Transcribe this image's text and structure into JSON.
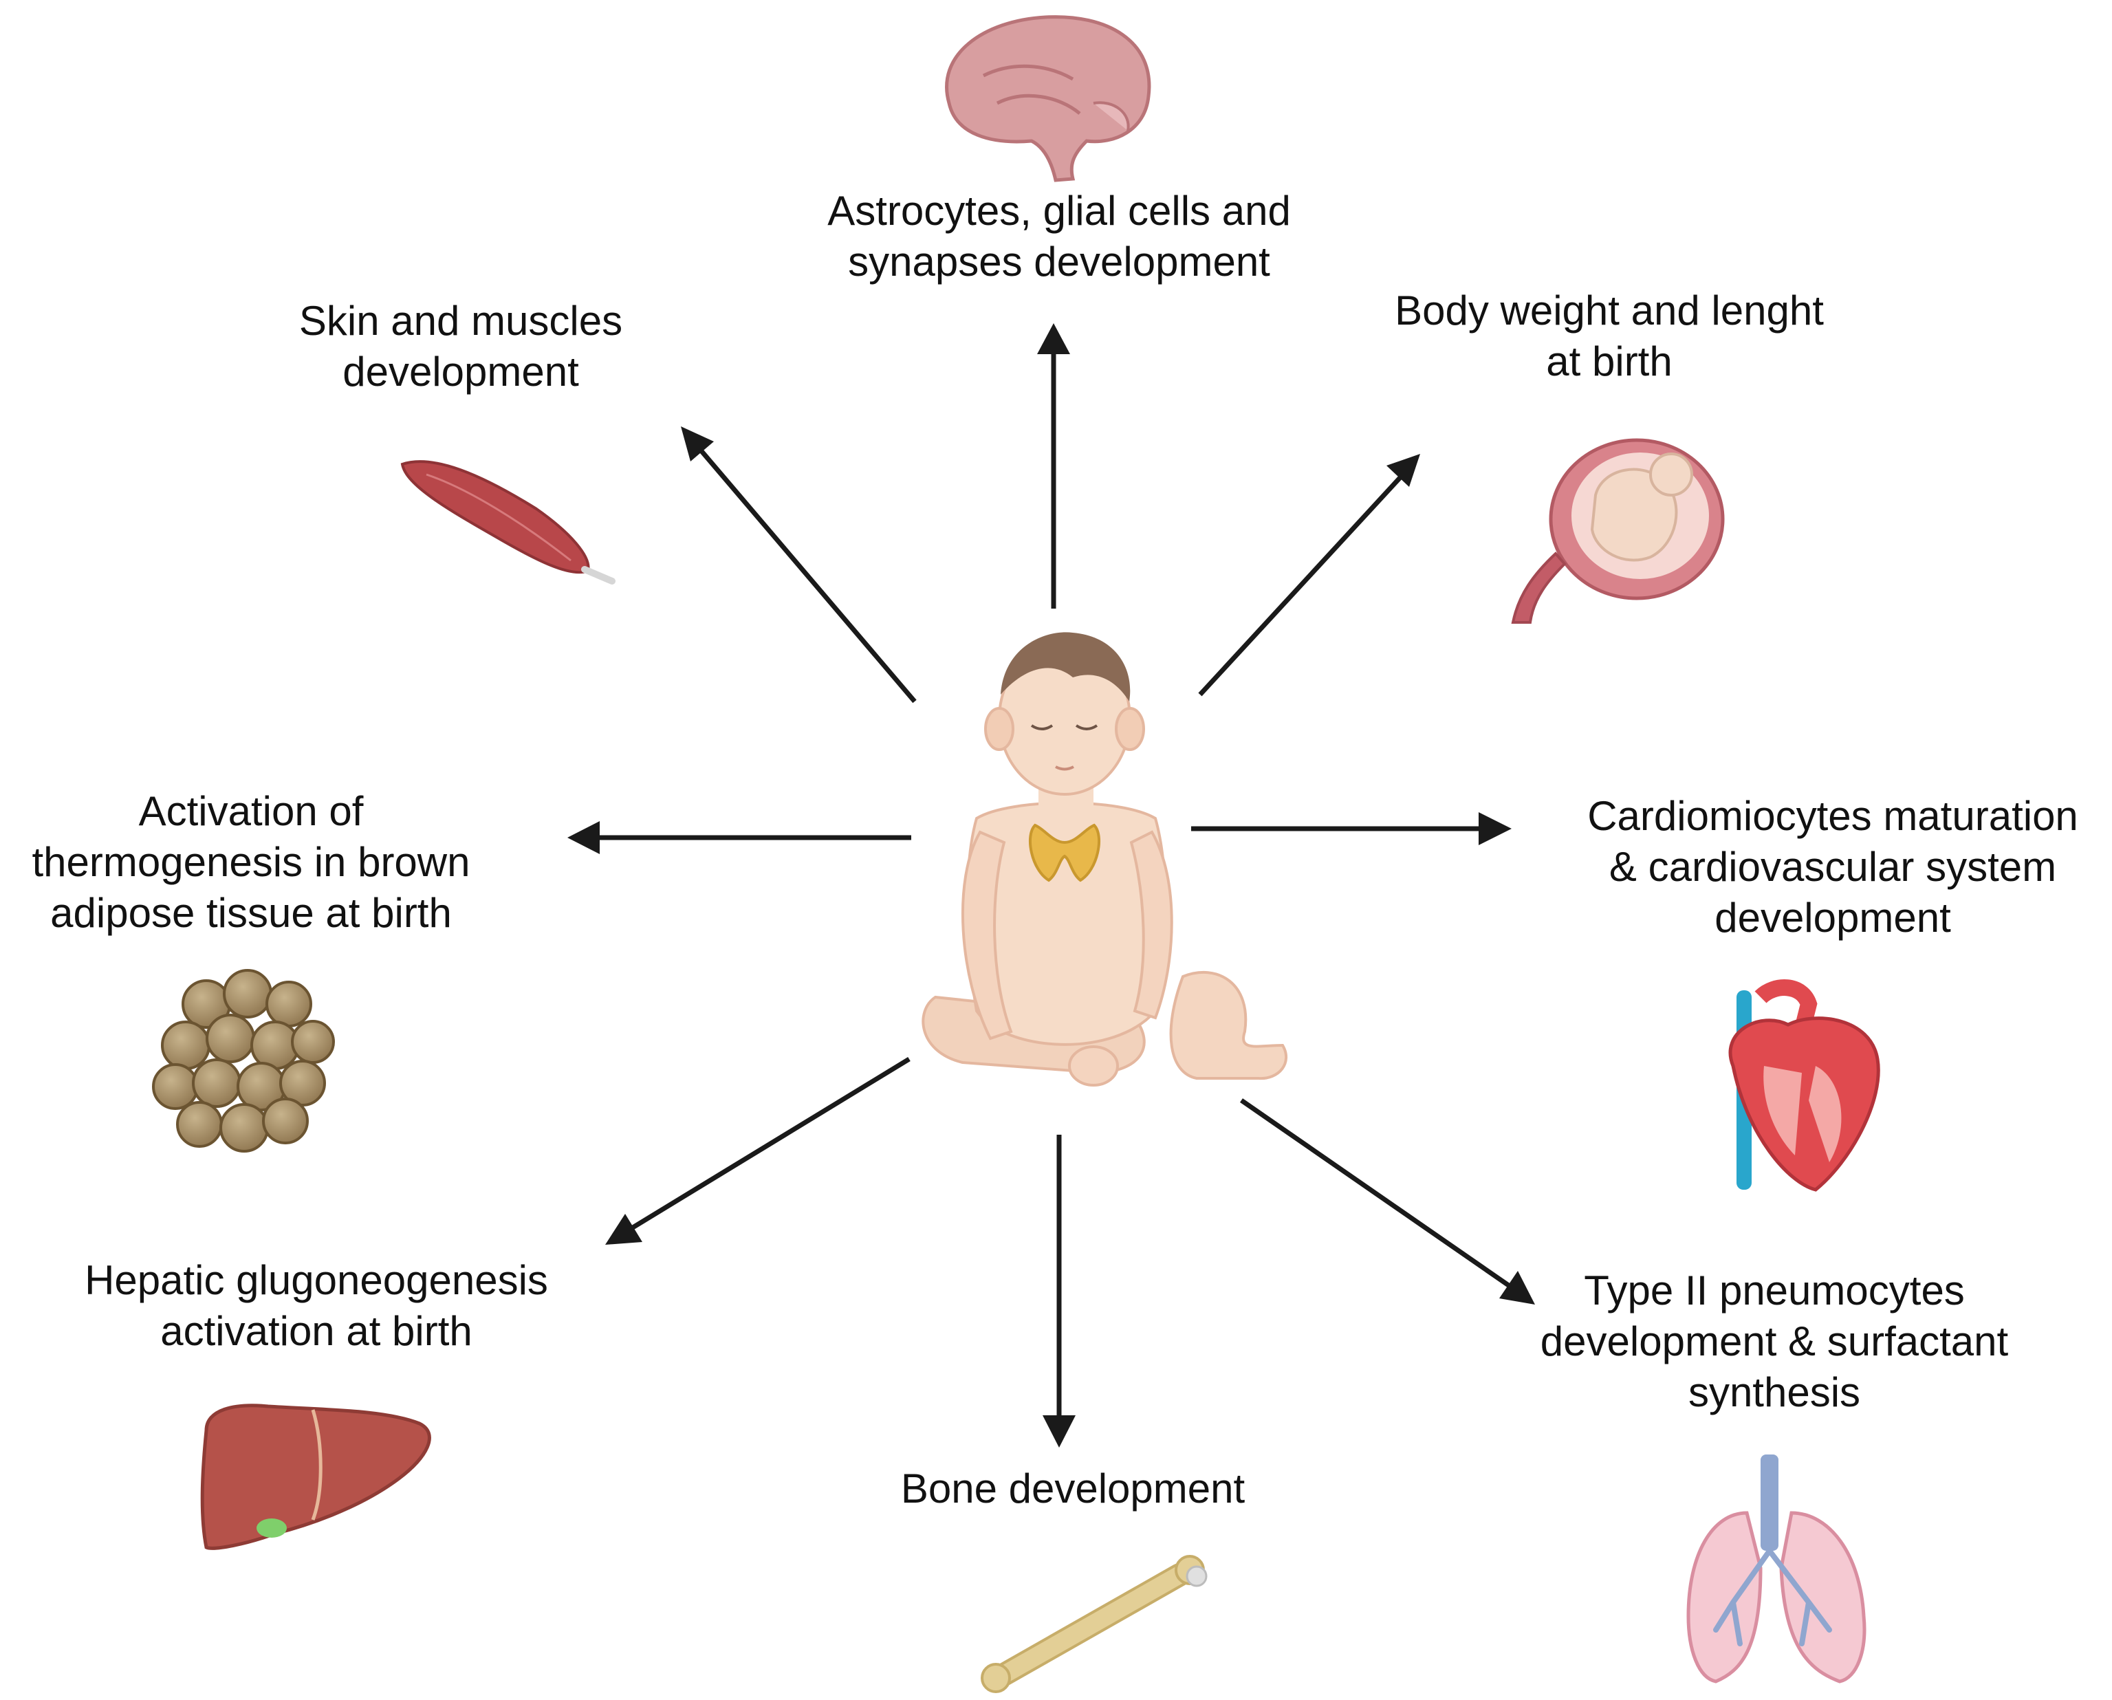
{
  "labels": {
    "brain": [
      "Astrocytes, glial cells and",
      "synapses development"
    ],
    "muscle": [
      "Skin and muscles",
      "development"
    ],
    "birth": [
      "Body weight and lenght",
      "at birth"
    ],
    "brown_fat": [
      "Activation of",
      "thermogenesis in brown",
      "adipose tissue at birth"
    ],
    "heart": [
      "Cardiomiocytes maturation",
      "& cardiovascular system",
      "development"
    ],
    "liver": [
      "Hepatic glugoneogenesis",
      "activation at birth"
    ],
    "bone": [
      "Bone development"
    ],
    "lung": [
      "Type II pneumocytes",
      "development & surfactant",
      "synthesis"
    ]
  },
  "icons": {
    "center": "infant-with-thyroid-icon",
    "brain": "brain-icon",
    "muscle": "muscle-icon",
    "birth": "fetus-in-uterus-icon",
    "brown_fat": "brown-adipose-cells-icon",
    "heart": "heart-icon",
    "liver": "liver-icon",
    "bone": "bone-icon",
    "lung": "lungs-icon"
  },
  "colors": {
    "arrow": "#1a1a1a",
    "text": "#111111",
    "skin": "#f6dcc8",
    "skin_shade": "#e9bfa6",
    "hair": "#8a6a55",
    "thyroid": "#e8b84a",
    "muscle": "#b8474a",
    "brain": "#d89ea0",
    "heart": "#e04a4f",
    "vessel_blue": "#29a6cc",
    "liver": "#b5524a",
    "bone": "#e3cf96",
    "lung": "#f5c9d2",
    "airway": "#8fa6cf",
    "fat": "#a8916a"
  }
}
